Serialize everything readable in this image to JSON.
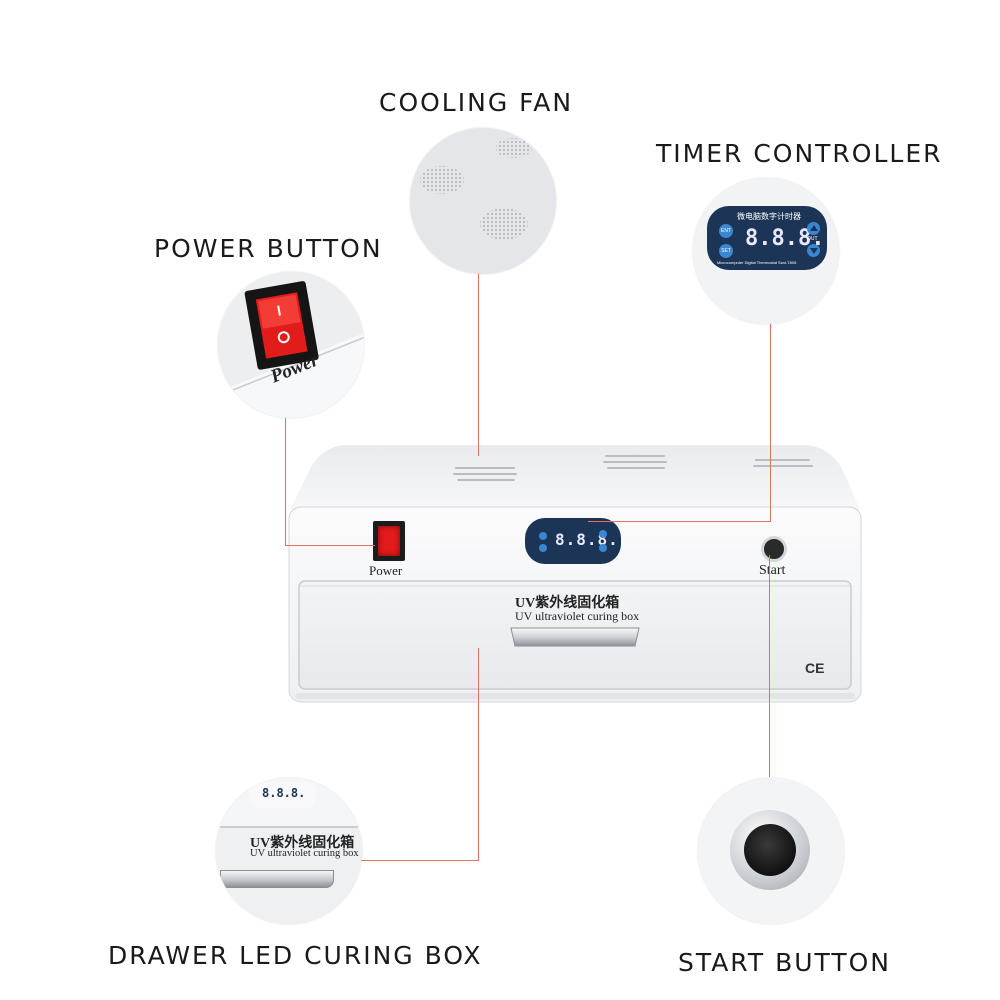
{
  "callouts": {
    "cooling_fan": "COOLING FAN",
    "timer_controller": "TIMER CONTROLLER",
    "power_button": "POWER BUTTON",
    "drawer_led_curing_box": "DRAWER LED CURING BOX",
    "start_button": "START BUTTON"
  },
  "device": {
    "power_label": "Power",
    "start_label": "Start",
    "title_cn": "UV紫外线固化箱",
    "title_en": "UV ultraviolet curing box",
    "ce_mark": "CE",
    "timer": {
      "header_cn": "微电脑数字计时器",
      "display": "8.8.8.",
      "footer": "Microcomputer Digital Thermostat Swd-T805",
      "btn_ent": "ENT",
      "btn_set": "SET",
      "out_label": "OUT"
    }
  },
  "zoom_power": {
    "label": "Power"
  },
  "colors": {
    "leader_line": "#e0735f",
    "housing": "#f2f3f5",
    "timer_panel": "#1c3557",
    "display_red": "#e8e8ff",
    "power_red": "#e21b1b"
  }
}
